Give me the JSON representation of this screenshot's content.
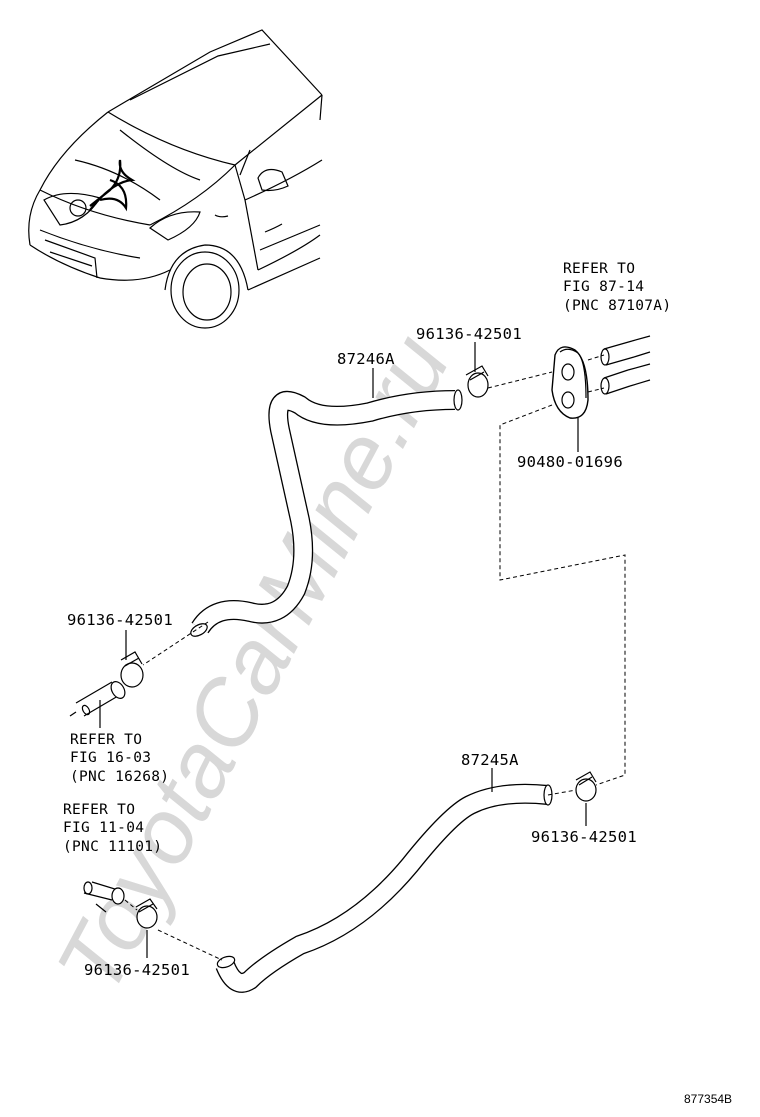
{
  "watermark": "ToyotaCarMine.ru",
  "figure_id": "877354B",
  "parts": {
    "hose_upper": "87246A",
    "hose_lower": "87245A",
    "grommet": "90480-01696",
    "clamp_top": "96136-42501",
    "clamp_left": "96136-42501",
    "clamp_right": "96136-42501",
    "clamp_bottom": "96136-42501"
  },
  "references": {
    "top_right": [
      "REFER TO",
      "FIG 87-14",
      "(PNC 87107A)"
    ],
    "middle_left": [
      "REFER TO",
      "FIG 16-03",
      "(PNC 16268)"
    ],
    "bottom_left": [
      "REFER TO",
      "FIG 11-04",
      "(PNC 11101)"
    ]
  }
}
